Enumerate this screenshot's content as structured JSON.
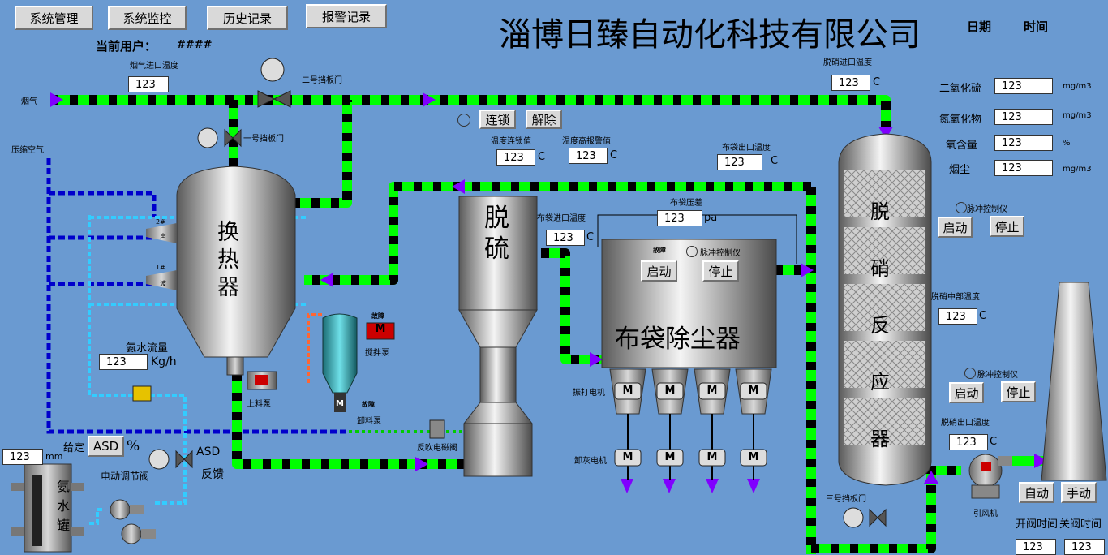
{
  "nav": {
    "system_manage": "系统管理",
    "system_monitor": "系统监控",
    "history": "历史记录",
    "alarm": "报警记录"
  },
  "header": {
    "current_user_label": "当前用户：",
    "current_user_value": "####",
    "company": "淄博日臻自动化科技有限公司",
    "date_label": "日期",
    "time_label": "时间"
  },
  "labels": {
    "flue_inlet_temp": "烟气进口温度",
    "flue_gas": "烟气",
    "damper2": "二号挡板门",
    "damper1": "一号挡板门",
    "damper3": "三号挡板门",
    "compressed_air": "压缩空气",
    "interlock": "连锁",
    "release": "解除",
    "temp_interlock": "温度连锁值",
    "temp_high_alarm": "温度高报警值",
    "bag_outlet_temp": "布袋出口温度",
    "bag_inlet_temp": "布袋进口温度",
    "bag_pressure_diff": "布袋压差",
    "denox_inlet_temp": "脱硝进口温度",
    "denox_mid_temp": "脱硝中部温度",
    "denox_outlet_temp": "脱硝出口温度",
    "so2": "二氧化硫",
    "nox": "氮氧化物",
    "o2": "氧含量",
    "dust": "烟尘",
    "pulse_ctrl": "脉冲控制仪",
    "start": "启动",
    "stop": "停止",
    "auto": "自动",
    "manual": "手动",
    "open_time": "开阀时间",
    "close_time": "关阀时间",
    "ammonia_flow": "氨水流量",
    "setpoint": "给定",
    "asd": "ASD",
    "percent": "%",
    "feedback": "反馈",
    "motor_valve": "电动调节阀",
    "ammonia_tank": "氨水罐",
    "heat_exchanger": "换热器",
    "desulfur": "脱硫",
    "bag_filter": "布袋除尘器",
    "denox_reactor": "脱硝反应器",
    "feed_pump": "上料泵",
    "stir_pump": "搅拌泵",
    "discharge_pump": "卸料泵",
    "blowback_valve": "反吹电磁阀",
    "rapping_motor": "振打电机",
    "ash_motor": "卸灰电机",
    "induced_fan": "引风机",
    "fault": "故障",
    "hx_2": "2#",
    "hx_1": "1#",
    "hx_sound": "声",
    "hx_wave": "波",
    "motor_m": "M"
  },
  "values": {
    "flue_inlet_temp": "123",
    "temp_interlock": "123",
    "temp_high_alarm": "123",
    "bag_outlet_temp": "123",
    "bag_inlet_temp": "123",
    "bag_pressure_diff": "123",
    "denox_inlet_temp": "123",
    "denox_mid_temp": "123",
    "denox_outlet_temp": "123",
    "so2": "123",
    "nox": "123",
    "o2": "123",
    "dust": "123",
    "ammonia_flow": "123",
    "tank_level": "123",
    "open_time": "123",
    "close_time": "123"
  },
  "units": {
    "c": "C",
    "mgm3": "mg/m3",
    "percent": "%",
    "pa": "pa",
    "kgh": "Kg/h",
    "mm": "mm"
  },
  "colors": {
    "background": "#6a9ad1",
    "flue_pipe": "#00ff00",
    "flue_pipe_dash": "#000000",
    "air_pipe": "#0000cc",
    "water_pipe": "#33ccff",
    "slurry_pipe": "#ff6633",
    "arrow": "#8000ff"
  }
}
